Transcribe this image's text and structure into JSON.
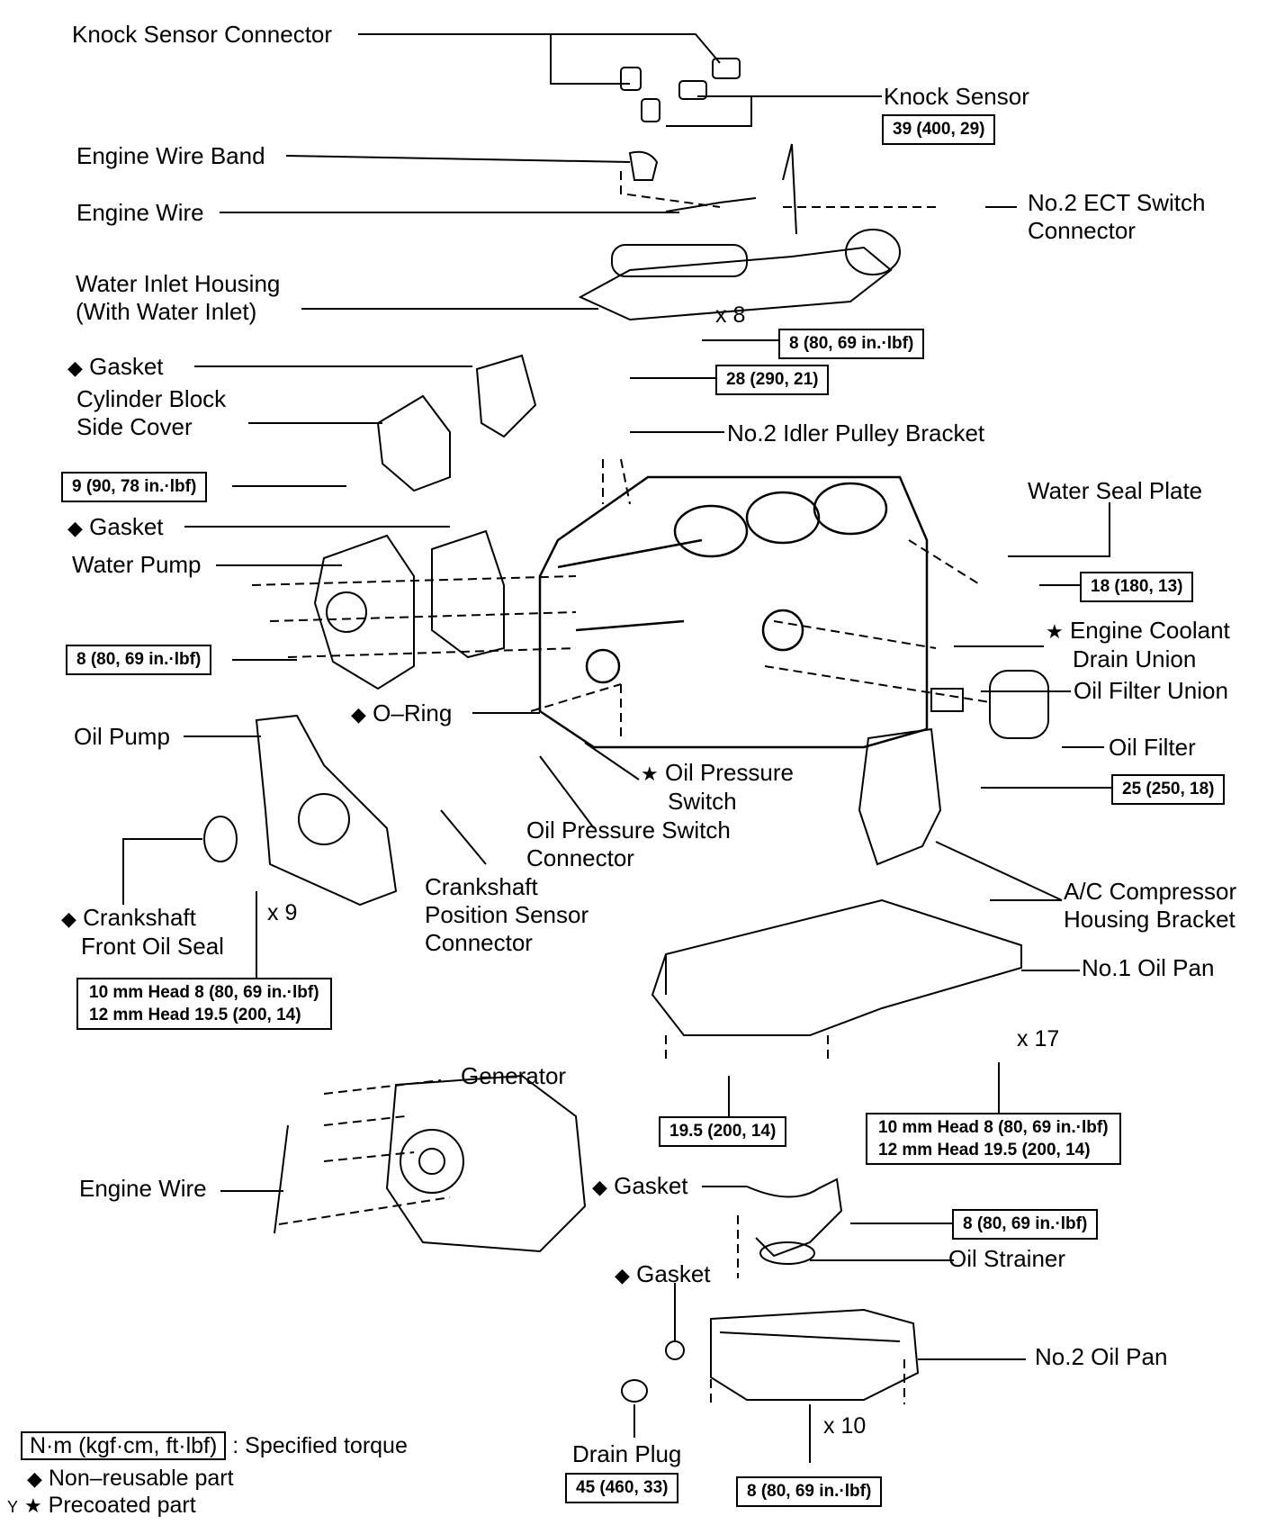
{
  "symbols": {
    "non_reusable": "◆",
    "precoated": "★"
  },
  "labels": {
    "knock_sensor_connector": "Knock Sensor Connector",
    "knock_sensor": "Knock Sensor",
    "engine_wire_band": "Engine Wire Band",
    "engine_wire_top": "Engine Wire",
    "ect_switch_connector": [
      "No.2 ECT Switch",
      "Connector"
    ],
    "water_inlet_housing": [
      "Water Inlet Housing",
      "(With Water Inlet)"
    ],
    "gasket_side_cover": "Gasket",
    "cylinder_block_side_cover": [
      "Cylinder Block",
      "Side Cover"
    ],
    "idler_pulley_bracket": "No.2 Idler Pulley Bracket",
    "water_seal_plate": "Water Seal Plate",
    "gasket_water_pump": "Gasket",
    "water_pump": "Water Pump",
    "coolant_drain_union": [
      "Engine Coolant",
      "Drain Union"
    ],
    "oil_filter_union": "Oil Filter Union",
    "o_ring": "O–Ring",
    "oil_filter": "Oil Filter",
    "oil_pump": "Oil Pump",
    "oil_pressure_switch": [
      "Oil Pressure",
      "Switch"
    ],
    "oil_pressure_switch_connector": [
      "Oil Pressure Switch",
      "Connector"
    ],
    "crankshaft_position_sensor_connector": [
      "Crankshaft",
      "Position Sensor",
      "Connector"
    ],
    "ac_compressor_bracket": [
      "A/C Compressor",
      "Housing Bracket"
    ],
    "crankshaft_front_oil_seal": [
      "Crankshaft",
      "Front Oil Seal"
    ],
    "no1_oil_pan": "No.1 Oil Pan",
    "generator": "Generator",
    "engine_wire_bottom": "Engine Wire",
    "gasket_strainer": "Gasket",
    "oil_strainer": "Oil Strainer",
    "gasket_drain": "Gasket",
    "no2_oil_pan": "No.2 Oil Pan",
    "drain_plug": "Drain Plug"
  },
  "torques": {
    "knock_sensor": "39 (400, 29)",
    "water_inlet": "8 (80, 69 in.·lbf)",
    "idler_bracket": "28 (290, 21)",
    "side_cover": "9 (90, 78 in.·lbf)",
    "water_seal_plate": "18 (180, 13)",
    "water_pump": "8 (80, 69 in.·lbf)",
    "oil_filter": "25 (250, 18)",
    "oil_pump": [
      "10 mm Head 8 (80, 69 in.·lbf)",
      "12 mm Head 19.5 (200, 14)"
    ],
    "oil_pan_nut": "19.5 (200, 14)",
    "oil_pan_bolt": [
      "10 mm Head 8 (80, 69 in.·lbf)",
      "12 mm Head 19.5 (200, 14)"
    ],
    "strainer": "8 (80, 69 in.·lbf)",
    "drain_plug": "45 (460, 33)",
    "no2_oil_pan": "8 (80, 69 in.·lbf)"
  },
  "multipliers": {
    "water_inlet": "x 8",
    "oil_pump": "x 9",
    "oil_pan": "x 17",
    "no2_oil_pan": "x 10"
  },
  "legend": {
    "torque_units": "N·m (kgf·cm, ft·lbf)",
    "torque_desc": ": Specified torque",
    "non_reusable": "Non–reusable part",
    "precoated": "Precoated part",
    "margin_mark": "Y"
  }
}
